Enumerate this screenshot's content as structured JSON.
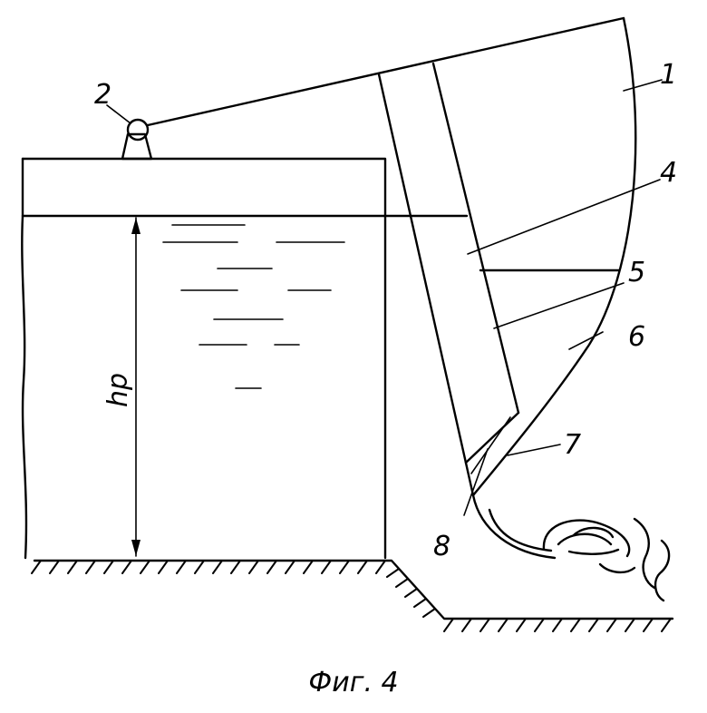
{
  "figure": {
    "caption": "Фиг. 4",
    "dimension_label": "hp",
    "callouts": {
      "gate": "1",
      "hinge": "2",
      "part_4": "4",
      "part_5": "5",
      "part_6": "6",
      "part_7": "7",
      "part_8": "8"
    }
  }
}
